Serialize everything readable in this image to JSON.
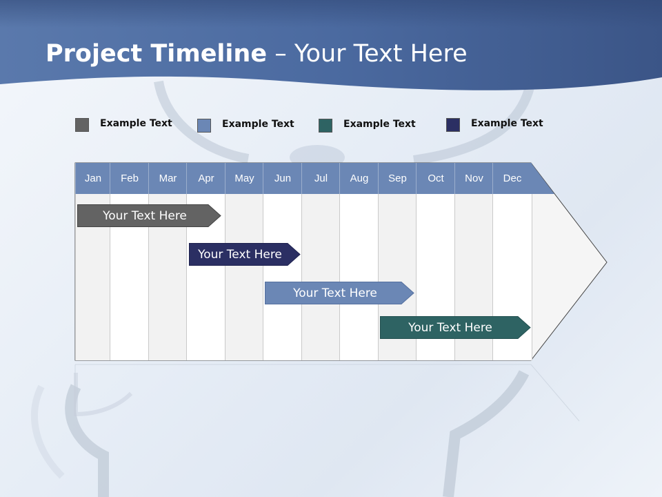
{
  "slide": {
    "title_bold": "Project Timeline",
    "title_rest": " – Your Text Here"
  },
  "legend": [
    {
      "label": "Example Text",
      "color": "#636363"
    },
    {
      "label": "Example Text",
      "color": "#6b87b5"
    },
    {
      "label": "Example Text",
      "color": "#2e6363"
    },
    {
      "label": "Example Text",
      "color": "#2b2f63"
    }
  ],
  "timeline": {
    "months": [
      "Jan",
      "Feb",
      "Mar",
      "Apr",
      "May",
      "Jun",
      "Jul",
      "Aug",
      "Sep",
      "Oct",
      "Nov",
      "Dec"
    ],
    "bars": [
      {
        "label": "Your  Text Here",
        "color": "#636363",
        "start_month": "Jan",
        "end_month": "Apr"
      },
      {
        "label": "Your  Text Here",
        "color": "#2b2f63",
        "start_month": "Apr",
        "end_month": "Jun"
      },
      {
        "label": "Your  Text Here",
        "color": "#6b87b5",
        "start_month": "Jun",
        "end_month": "Sep"
      },
      {
        "label": "Your  Text Here",
        "color": "#2e6363",
        "start_month": "Sep",
        "end_month": "Dec"
      }
    ]
  }
}
